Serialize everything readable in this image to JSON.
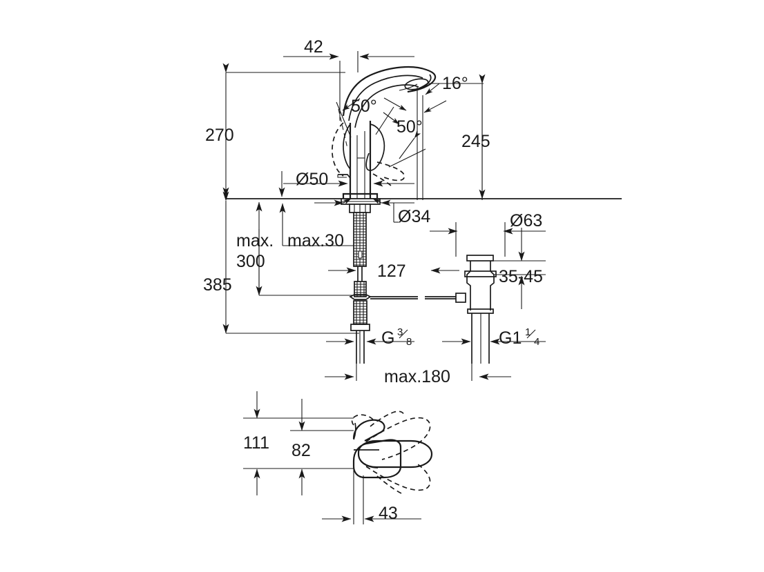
{
  "document": {
    "type": "technical-dimension-drawing",
    "subject": "single-lever basin mixer faucet with pop-up waste",
    "background_color": "#ffffff",
    "line_color": "#1a1a1a"
  },
  "views": {
    "elevation": {
      "name": "front-elevation-view"
    },
    "plan": {
      "name": "top-plan-view"
    }
  },
  "dimensions": {
    "spout_offset_top": "42",
    "total_height": "270",
    "spout_height": "245",
    "swivel_angle_left": "50°",
    "swivel_angle_right": "50°",
    "aerator_angle": "16°",
    "base_diameter": "Ø50",
    "mounting_hole_diameter": "Ø34",
    "max_counter_thickness": "max.30",
    "max_install_depth": "max. 300",
    "total_depth": "385",
    "tail_length": "127",
    "supply_thread": "G 3/8",
    "supply_thread_prefix": "G",
    "supply_thread_num": "3",
    "supply_thread_den": "8",
    "max_supply_length": "max.180",
    "waste_flange_diameter": "Ø63",
    "basin_thickness_range": "35-45",
    "waste_thread": "G1 1/4",
    "waste_thread_prefix": "G1",
    "waste_thread_num": "1",
    "waste_thread_den": "4",
    "plan_total_depth": "111",
    "plan_handle_depth": "82",
    "plan_handle_offset": "43"
  }
}
